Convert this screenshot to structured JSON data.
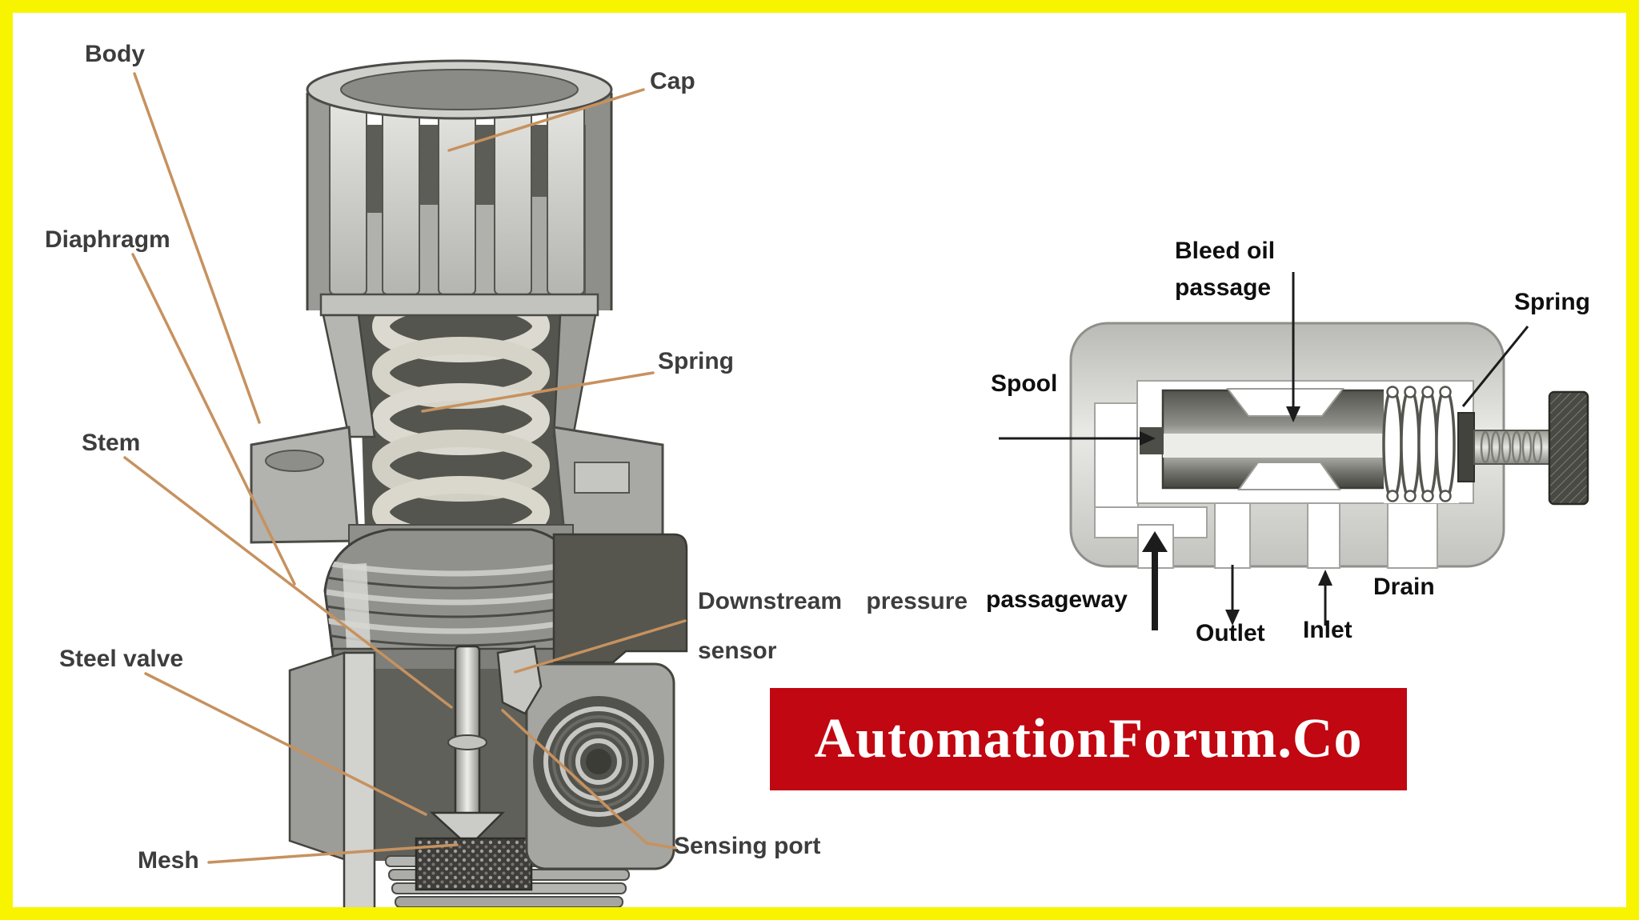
{
  "meta": {
    "type": "technical-diagram",
    "subject": "Pressure regulator cutaway with labeled parts and spool valve schematic"
  },
  "frame": {
    "border_color": "#f8f400",
    "background": "#ffffff"
  },
  "left_diagram": {
    "description": "Cutaway illustration of a pressure regulator valve",
    "leader_color": "#c6925f",
    "labels": {
      "body": "Body",
      "diaphragm": "Diaphragm",
      "stem": "Stem",
      "steel_valve": "Steel valve",
      "mesh": "Mesh",
      "cap": "Cap",
      "spring": "Spring",
      "downstream_sensor_line1": "Downstream pressure",
      "downstream_sensor_line2": "sensor",
      "sensing_port": "Sensing port"
    }
  },
  "right_diagram": {
    "description": "Cross-section schematic of spool-type regulator",
    "leader_color": "#1c1c1c",
    "labels": {
      "bleed_oil_line1": "Bleed oil",
      "bleed_oil_line2": "passage",
      "spring": "Spring",
      "spool": "Spool",
      "passageway": "passageway",
      "outlet": "Outlet",
      "inlet": "Inlet",
      "drain": "Drain"
    }
  },
  "banner": {
    "text": "AutomationForum.Co",
    "background_color": "#c10711",
    "text_color": "#ffffff"
  }
}
